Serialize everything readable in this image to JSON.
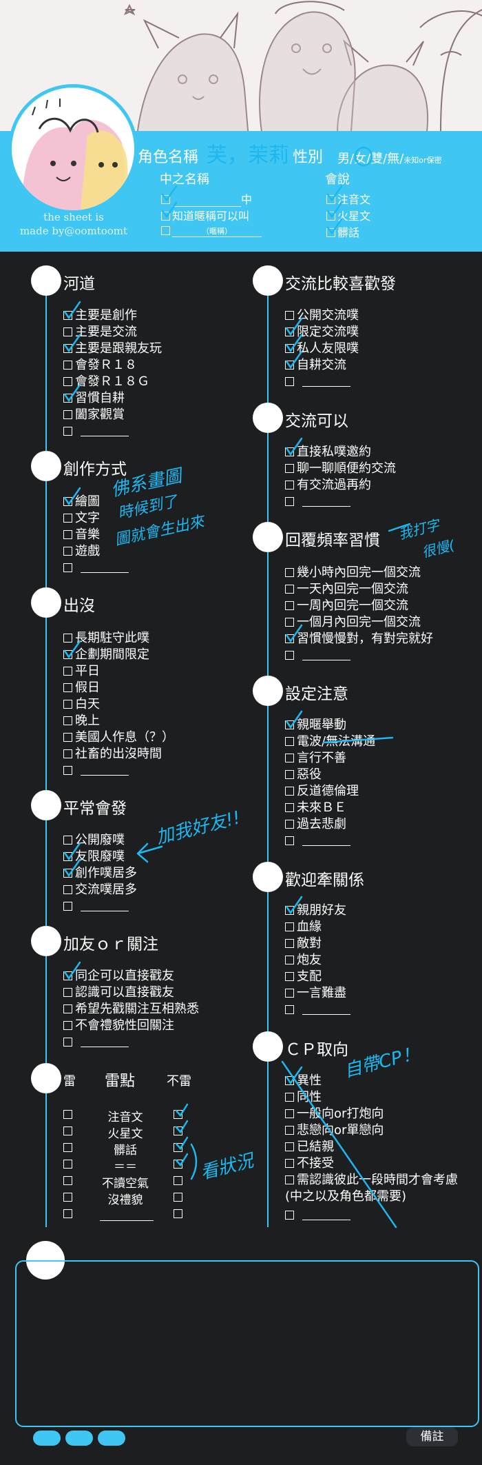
{
  "header": {
    "name_label": "角色名稱",
    "name_value": "芙，茉莉",
    "gender_label": "性別",
    "gender_options": [
      "男",
      "女",
      "雙",
      "無"
    ],
    "gender_extra": "未知or保密",
    "nickname_label": "中之名稱",
    "nickname_opts": [
      "中",
      "知道暱稱可以叫",
      "（暱稱）"
    ],
    "speak_label": "會說",
    "speak_opts": [
      "注音文",
      "火星文",
      "髒話"
    ]
  },
  "credit": {
    "line1": "the sheet is",
    "line2": "made by@oomtoomt"
  },
  "sections": {
    "hedao": {
      "title": "河道",
      "items": [
        "主要是創作",
        "主要是交流",
        "主要是跟親友玩",
        "會發Ｒ１８",
        "會發Ｒ１８Ｇ",
        "習慣自耕",
        "闔家觀賞"
      ]
    },
    "chuangzuo": {
      "title": "創作方式",
      "items": [
        "繪圖",
        "文字",
        "音樂",
        "遊戲"
      ]
    },
    "chumo": {
      "title": "出沒",
      "items": [
        "長期駐守此噗",
        "企劃期間限定",
        "平日",
        "假日",
        "白天",
        "晚上",
        "美國人作息（？）",
        "社畜的出沒時間"
      ]
    },
    "pingchang": {
      "title": "平常會發",
      "items": [
        "公開廢噗",
        "友限廢噗",
        "創作噗居多",
        "交流噗居多"
      ]
    },
    "jiayou": {
      "title": "加友ｏｒ關注",
      "items": [
        "同企可以直接戳友",
        "認識可以直接戳友",
        "希望先戳關注互相熟悉",
        "不會禮貌性回關注"
      ]
    },
    "lei": {
      "title": "雷",
      "mid": "雷點",
      "right": "不雷",
      "items": [
        "注音文",
        "火星文",
        "髒話",
        "＝＝",
        "不讀空氣",
        "沒禮貌"
      ]
    },
    "jiaoliu": {
      "title": "交流比較喜歡發",
      "items": [
        "公開交流噗",
        "限定交流噗",
        "私人友限噗",
        "自耕交流"
      ]
    },
    "keyi": {
      "title": "交流可以",
      "items": [
        "直接私噗邀約",
        "聊一聊順便約交流",
        "有交流過再約"
      ]
    },
    "huifu": {
      "title": "回覆頻率習慣",
      "items": [
        "幾小時內回完一個交流",
        "一天內回完一個交流",
        "一周內回完一個交流",
        "一個月內回完一個交流",
        "習慣慢慢對，有對完就好"
      ]
    },
    "sheding": {
      "title": "設定注意",
      "items": [
        "親暱舉動",
        "電波/無法溝通",
        "言行不善",
        "惡役",
        "反道德倫理",
        "未來ＢＥ",
        "過去悲劇"
      ]
    },
    "qianguanxi": {
      "title": "歡迎牽關係",
      "items": [
        "親朋好友",
        "血緣",
        "敵對",
        "炮友",
        "支配",
        "一言難盡"
      ]
    },
    "cp": {
      "title": "ＣＰ取向",
      "items": [
        "異性",
        "同性",
        "一般向or打炮向",
        "悲戀向or單戀向",
        "已結親",
        "不接受",
        "需認識彼此一段時間才會考慮",
        "(中之以及角色都需要)"
      ]
    }
  },
  "handwriting": {
    "draw": "佛系畫圖",
    "draw2": "時候到了",
    "draw3": "圖就會生出來",
    "add_friend": "加我好友!!",
    "see_situation": "看狀況",
    "slow_type": "我打字",
    "slow_type2": "很慢(",
    "cp_note": "自帶CP！"
  },
  "memo": "備註",
  "colors": {
    "accent": "#3fc6f2",
    "ink": "#1eb7f0",
    "bg": "#1c1e20"
  }
}
